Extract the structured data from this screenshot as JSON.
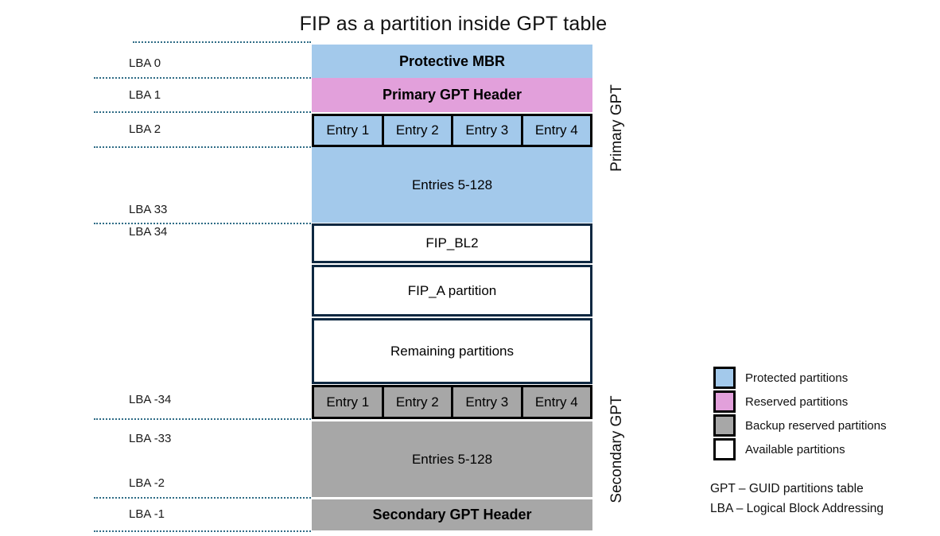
{
  "title": "FIP as a partition inside GPT table",
  "colors": {
    "protected": "#A3C9EB",
    "reserved": "#E2A0DB",
    "backup": "#A7A7A7",
    "available": "#FFFFFF",
    "box_border": "#0E2841",
    "dotted_line": "#2F6C86"
  },
  "lba_labels": [
    "LBA 0",
    "LBA 1",
    "LBA 2",
    "LBA 33",
    "LBA 34",
    "LBA -34",
    "LBA -33",
    "LBA -2",
    "LBA -1"
  ],
  "diagram": {
    "blocks": [
      {
        "label": "Protective MBR",
        "type": "protected"
      },
      {
        "label": "Primary GPT Header",
        "type": "reserved"
      },
      {
        "cells": [
          "Entry 1",
          "Entry 2",
          "Entry 3",
          "Entry 4"
        ],
        "type": "protected"
      },
      {
        "label": "Entries 5-128",
        "type": "protected"
      },
      {
        "label": "FIP_BL2",
        "type": "available"
      },
      {
        "label": "FIP_A partition",
        "type": "available"
      },
      {
        "label": "Remaining partitions",
        "type": "available"
      },
      {
        "cells": [
          "Entry 1",
          "Entry 2",
          "Entry 3",
          "Entry 4"
        ],
        "type": "backup"
      },
      {
        "label": "Entries 5-128",
        "type": "backup"
      },
      {
        "label": "Secondary GPT Header",
        "type": "backup"
      }
    ],
    "side_labels": {
      "primary": "Primary GPT",
      "secondary": "Secondary GPT"
    }
  },
  "legend": {
    "items": [
      {
        "swatch": "#A3C9EB",
        "label": "Protected partitions"
      },
      {
        "swatch": "#E2A0DB",
        "label": "Reserved partitions"
      },
      {
        "swatch": "#A7A7A7",
        "label": "Backup reserved partitions"
      },
      {
        "swatch": "#FFFFFF",
        "label": "Available partitions"
      }
    ],
    "notes": [
      "GPT – GUID partitions table",
      "LBA – Logical Block Addressing"
    ]
  }
}
